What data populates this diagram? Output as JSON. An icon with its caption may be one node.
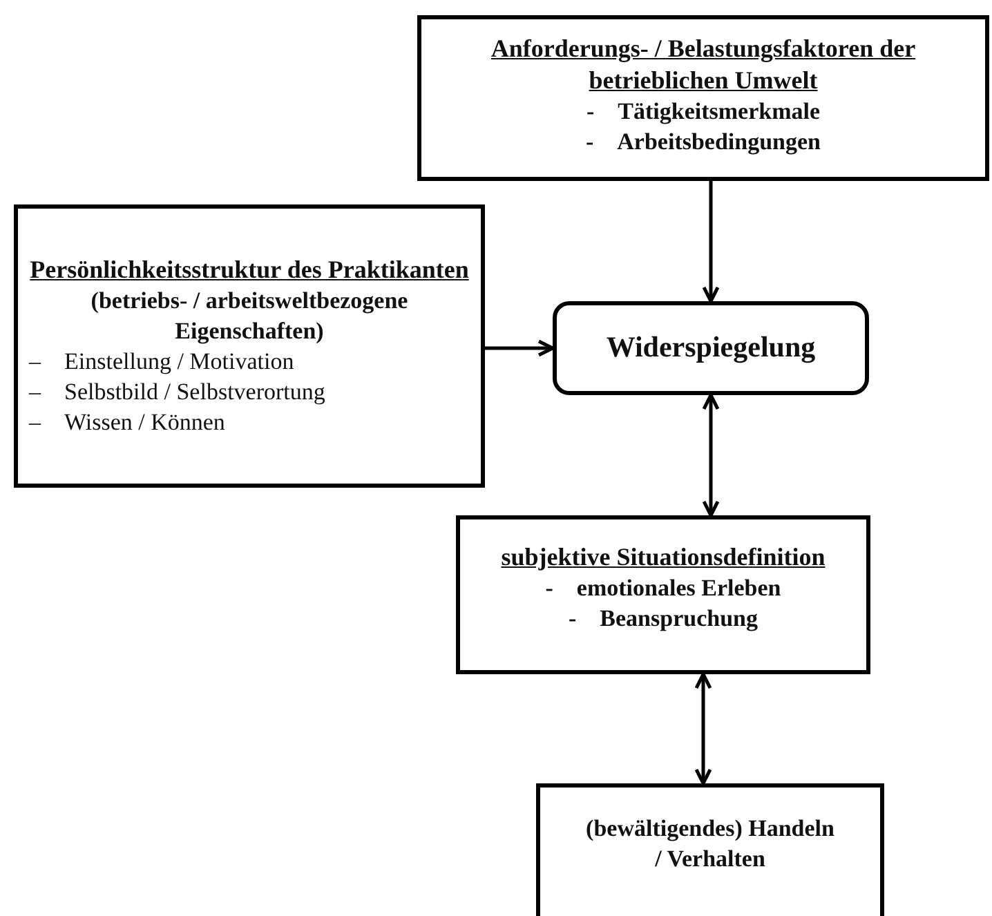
{
  "diagram": {
    "nodes": [
      {
        "text": [
          "Anforderungs- / Belastungsfaktoren der betrieblichen Umwelt",
          "- Tätigkeitsmerkmale",
          "- Arbeitsbedingungen"
        ]
      },
      {
        "text": [
          "Persönlichkeitsstruktur des Praktikanten",
          "(betriebs- / arbeitsweltbezogene Eigenschaften)",
          "– Einstellung / Motivation",
          "– Selbstbild / Selbstverortung",
          "– Wissen / Können"
        ]
      },
      {
        "text": [
          "Widerspiegelung"
        ]
      },
      {
        "text": [
          "subjektive Situationsdefinition",
          "- emotionales Erleben",
          "- Beanspruchung"
        ]
      },
      {
        "text": [
          "(bewältigendes) Handeln / Verhalten"
        ]
      }
    ],
    "edges": [
      {
        "from": 0,
        "to": 2,
        "arrow": "to"
      },
      {
        "from": 1,
        "to": 2,
        "arrow": "to"
      },
      {
        "from": 2,
        "to": 3,
        "arrow": "both"
      },
      {
        "from": 3,
        "to": 4,
        "arrow": "both"
      }
    ]
  }
}
